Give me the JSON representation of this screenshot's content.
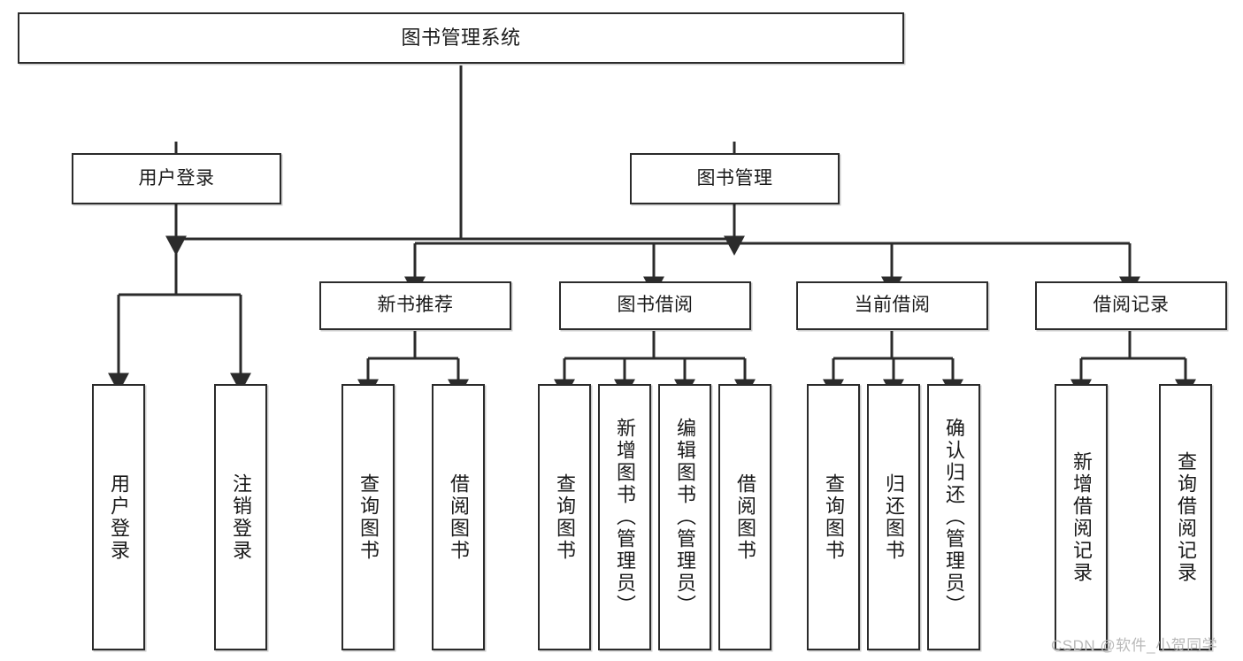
{
  "diagram": {
    "type": "tree-hierarchy-chart",
    "title": "图书管理系统",
    "watermark": "CSDN @软件_小贺同学",
    "colors": {
      "box_border": "#2b2b2b",
      "box_fill": "#ffffff",
      "connector": "#2b2b2b",
      "text": "#1a1a1a",
      "watermark": "#b9b9b9",
      "background": "#ffffff"
    },
    "nodes": {
      "root": {
        "label": "图书管理系统"
      },
      "level1": [
        {
          "label": "用户登录"
        },
        {
          "label": "图书管理"
        }
      ],
      "level2": [
        {
          "label": "新书推荐"
        },
        {
          "label": "图书借阅"
        },
        {
          "label": "当前借阅"
        },
        {
          "label": "借阅记录"
        }
      ],
      "leaves": [
        {
          "label": "用户登录",
          "parent": "用户登录"
        },
        {
          "label": "注销登录",
          "parent": "用户登录"
        },
        {
          "label": "查询图书",
          "parent": "新书推荐"
        },
        {
          "label": "借阅图书",
          "parent": "新书推荐"
        },
        {
          "label": "查询图书",
          "parent": "图书借阅"
        },
        {
          "label": "新增图书（管理员）",
          "parent": "图书借阅"
        },
        {
          "label": "编辑图书（管理员）",
          "parent": "图书借阅"
        },
        {
          "label": "借阅图书",
          "parent": "图书借阅"
        },
        {
          "label": "查询图书",
          "parent": "当前借阅"
        },
        {
          "label": "归还图书",
          "parent": "当前借阅"
        },
        {
          "label": "确认归还（管理员）",
          "parent": "当前借阅"
        },
        {
          "label": "新增借阅记录",
          "parent": "借阅记录"
        },
        {
          "label": "查询借阅记录",
          "parent": "借阅记录"
        }
      ]
    }
  }
}
